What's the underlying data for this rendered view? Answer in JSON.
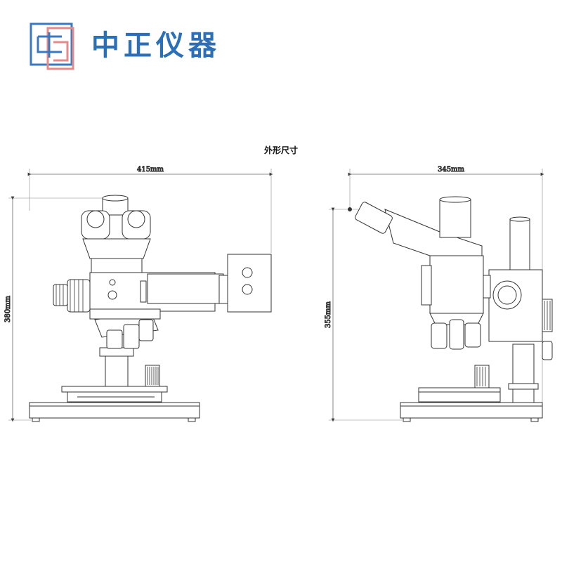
{
  "brand": {
    "name": "中正仪器",
    "color": "#2a6fb8",
    "accent": "#e05a5a"
  },
  "title": "外形尺寸",
  "front_view": {
    "width_label": "415mm",
    "height_label": "380mm"
  },
  "side_view": {
    "width_label": "345mm",
    "height_label": "355mm"
  }
}
